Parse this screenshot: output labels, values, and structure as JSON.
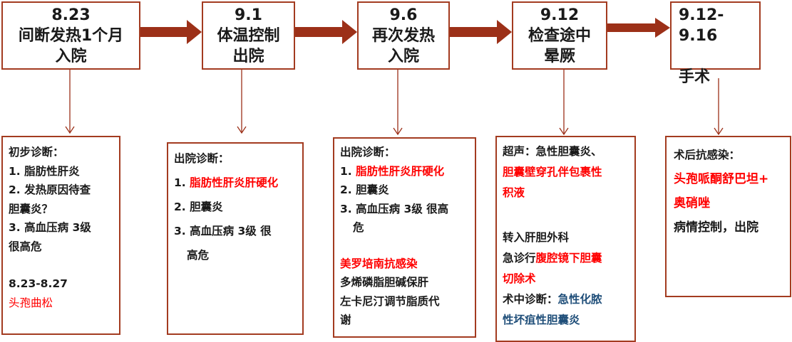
{
  "stages": [
    {
      "date": "8.23",
      "event": [
        "间断发热1个月",
        "入院"
      ]
    },
    {
      "date": "9.1",
      "event": [
        "体温控制",
        "出院"
      ]
    },
    {
      "date": "9.6",
      "event": [
        "再次发热",
        "入院"
      ]
    },
    {
      "date": "9.12",
      "event": [
        "检查途中",
        "晕厥"
      ]
    },
    {
      "date": "9.12-9.16",
      "event": [
        "",
        "手术"
      ]
    }
  ],
  "details": {
    "d1": [
      "初步诊断：",
      "1. 脂肪性肝炎",
      "2. 发热原因待查",
      "胆囊炎？",
      "3. 高血压病  3级",
      "很高危",
      "8.23-8.27",
      "头孢曲松"
    ],
    "d2": [
      "出院诊断：",
      "1. ",
      "脂肪性肝炎肝硬化",
      "2. 胆囊炎",
      "3. 高血压病  3级  很",
      "高危"
    ],
    "d3": [
      "出院诊断：",
      "1. ",
      "脂肪性肝炎肝硬化",
      "2. 胆囊炎",
      "3. 高血压病  3级  很高",
      "危",
      "美罗培南抗感染",
      "多烯磷脂胆碱保肝",
      "左卡尼汀调节脂质代",
      "谢"
    ],
    "d4": [
      "超声：急性胆囊炎、",
      "胆囊壁穿孔伴包裹性",
      "积液",
      "转入肝胆外科",
      "急诊行",
      "腹腔镜下胆囊",
      "切除术",
      "术中诊断：",
      "急性化脓",
      "性坏疽性胆囊炎"
    ],
    "d5": [
      "术后抗感染：",
      "头孢哌酮舒巴坦+",
      "奥硝唑",
      "病情控制，出院"
    ]
  },
  "colors": {
    "border": "#a33b20",
    "arrow": "#9c3018",
    "highlight": "#ff0000",
    "blue": "#1f4e79"
  }
}
